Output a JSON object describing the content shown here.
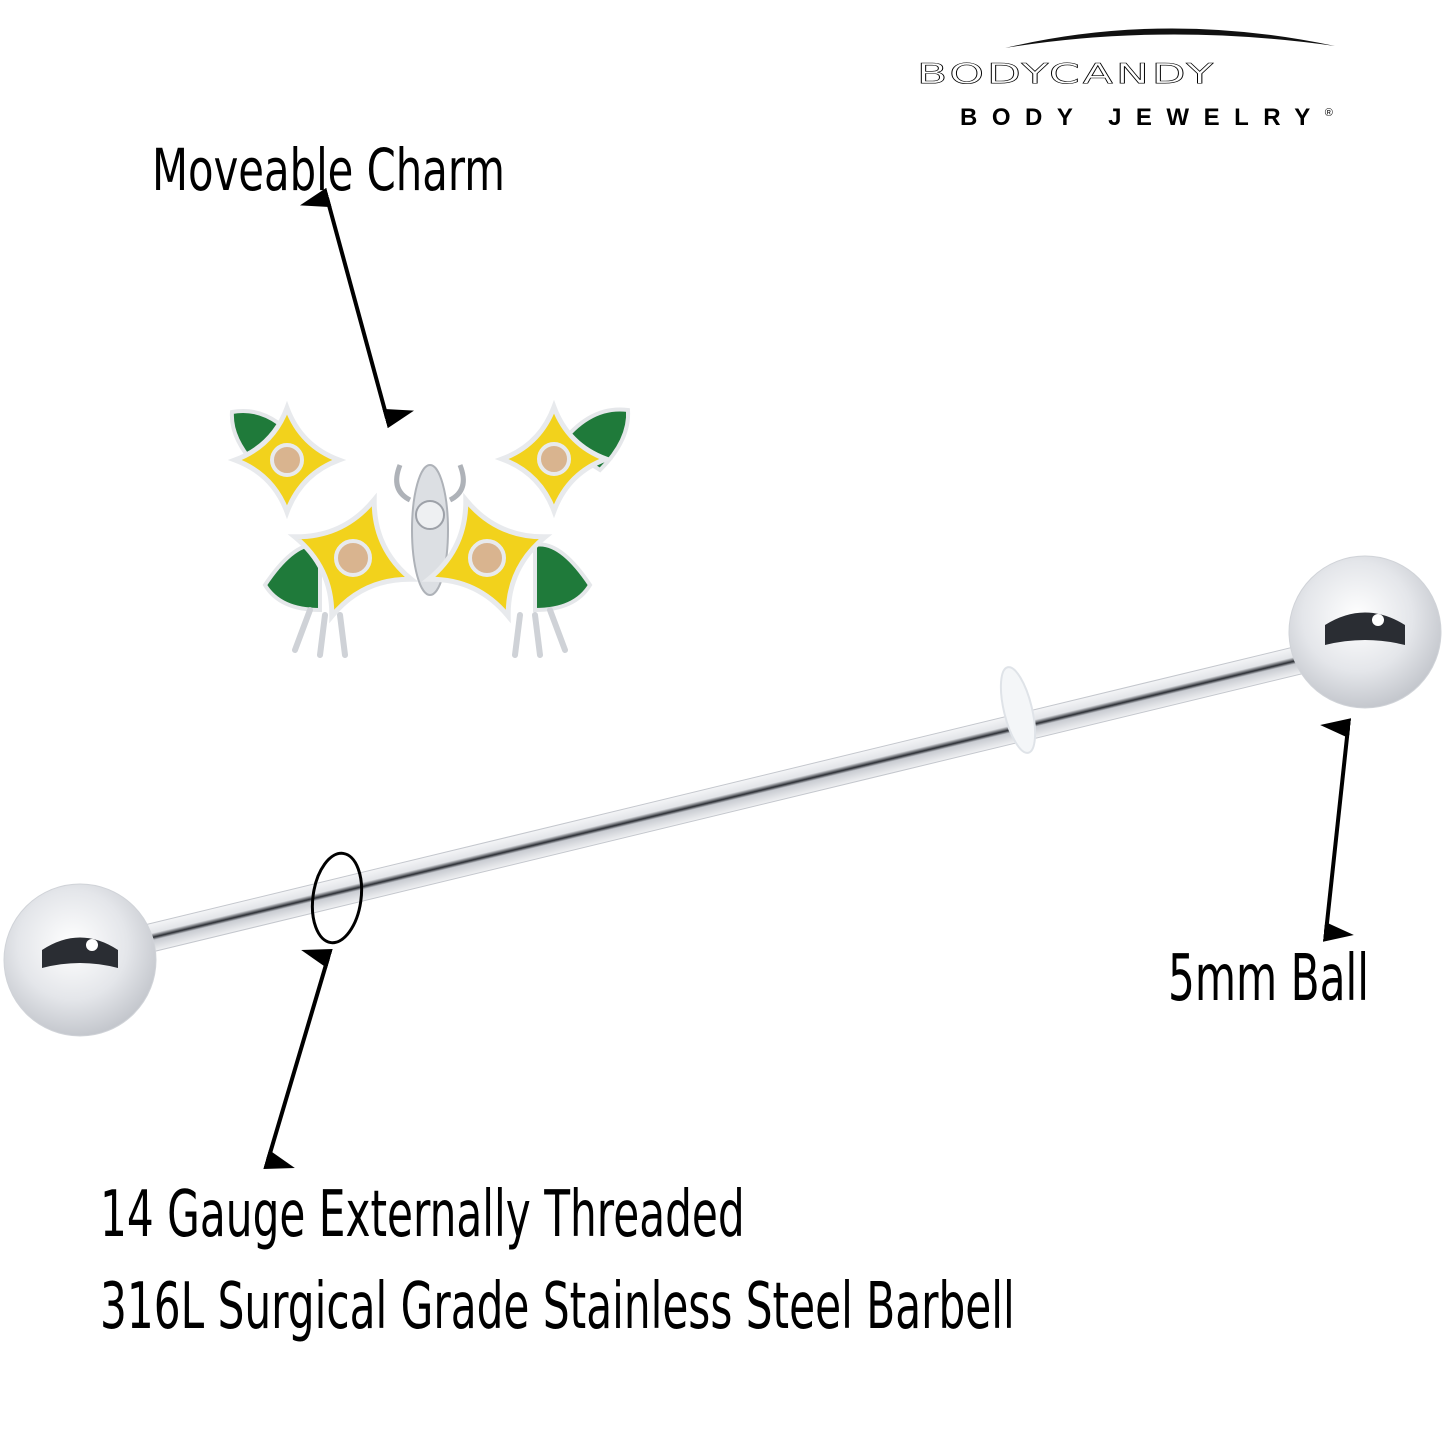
{
  "brand": {
    "name": "BODYCANDY",
    "tagline": "BODY JEWELRY",
    "registered_mark": "®"
  },
  "callouts": {
    "charm": "Moveable Charm",
    "ball": "5mm Ball",
    "gauge_line1": "14 Gauge Externally Threaded",
    "gauge_line2": "316L Surgical Grade Stainless Steel Barbell"
  },
  "product": {
    "type": "industrial barbell",
    "charm_description": "butterfly with four yellow flowers and green leaves, champagne gems",
    "colors": {
      "petal_yellow": "#f2d21c",
      "leaf_green": "#1f7a3a",
      "gem_champagne": "#d9b48f",
      "steel": "#d8dbe0",
      "steel_dark": "#2a2d33",
      "oring": "#f4f6f8",
      "annotation": "#000000",
      "background": "#ffffff"
    }
  }
}
